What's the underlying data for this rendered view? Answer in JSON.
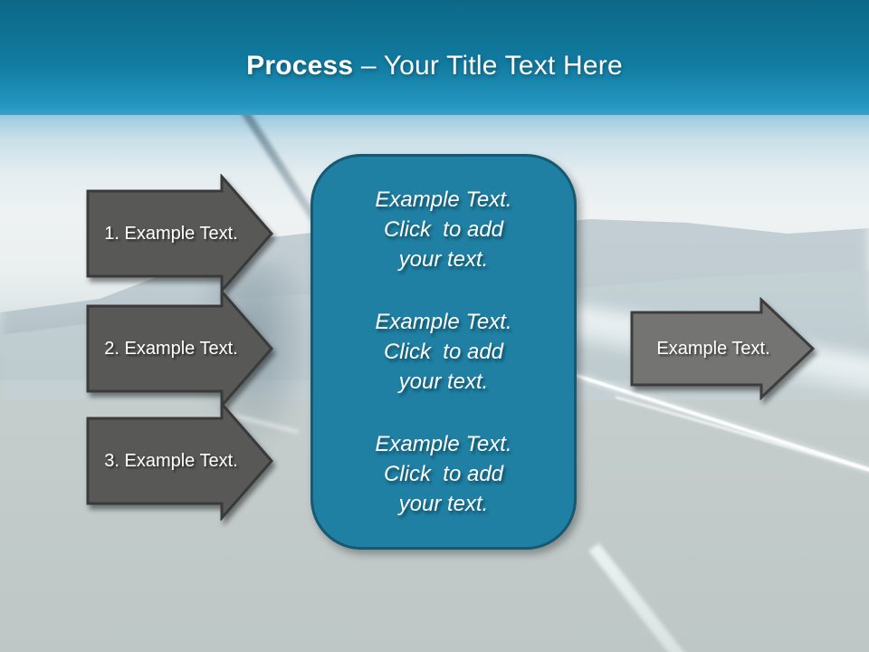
{
  "header": {
    "title_bold": "Process",
    "title_rest": "– Your Title Text Here"
  },
  "left_arrows": [
    {
      "label": "1. Example Text."
    },
    {
      "label": "2. Example Text."
    },
    {
      "label": "3. Example Text."
    }
  ],
  "center_box": {
    "blocks": [
      {
        "text": "Example Text.\nClick  to add\nyour text."
      },
      {
        "text": "Example Text.\nClick  to add\nyour text."
      },
      {
        "text": "Example Text.\nClick  to add\nyour text."
      }
    ]
  },
  "right_arrow": {
    "label": "Example Text."
  },
  "colors": {
    "header_top": "#0d6887",
    "header_bottom": "#2a96be",
    "box_fill": "#1f80a4",
    "box_border": "#155a72",
    "left_arrow_fill": "#585856",
    "right_arrow_fill": "#747472",
    "arrow_outline": "#3a3a3a",
    "text": "#ffffff"
  }
}
